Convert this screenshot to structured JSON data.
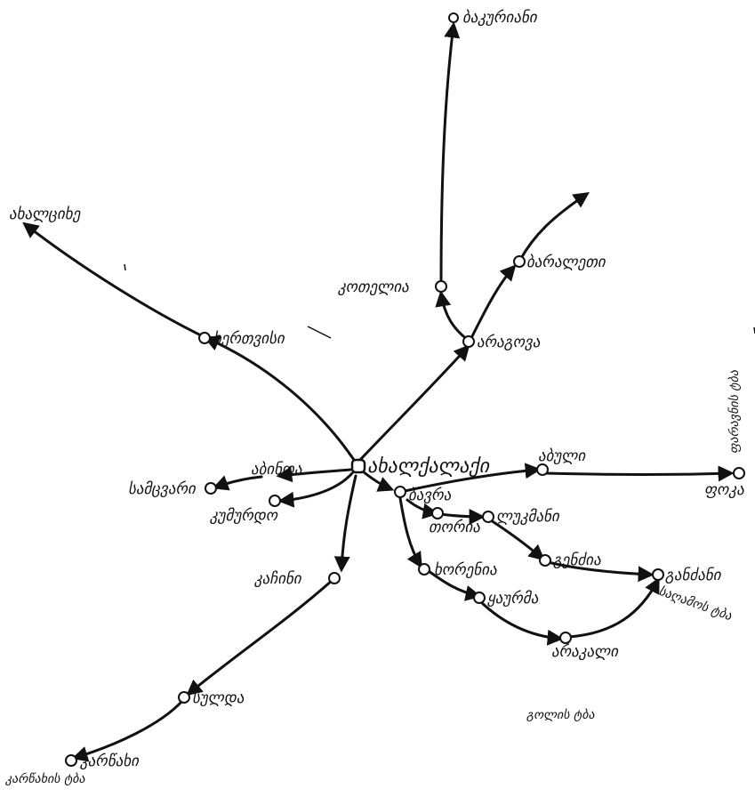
{
  "nodes": {
    "akhaltsikhe": "ახალციხე",
    "akhalkalaki": "ახალქალაქი",
    "bakuriani": "ბაკურიანი",
    "khertvisi": "ხერთვისი",
    "kotelia": "კოთელია",
    "baraleti": "ბარალეთი",
    "aragva": "არაგოვა",
    "abuli": "აბული",
    "foka": "ფოკა",
    "paravani_lake": "ფარავნის ტბა",
    "abinda": "აბინდა",
    "samtsvari": "სამცვარი",
    "kumurdo": "კუმურდო",
    "bavra": "ბავრა",
    "tori": "თორია",
    "lukmani": "ლუკმანი",
    "gendzia": "გენძია",
    "gandzani": "განძანი",
    "saghamo_lake": "საღამოს ტბა",
    "khorenia": "ხორენია",
    "kaurma": "ყაურმა",
    "arakali": "არაკალი",
    "kachini": "კაჩინი",
    "sulda": "სულდა",
    "karcakhi": "კარწახი",
    "karcakhi_lake": "კარწახის ტბა",
    "gorlis_lake": "გოლის ტბა"
  }
}
